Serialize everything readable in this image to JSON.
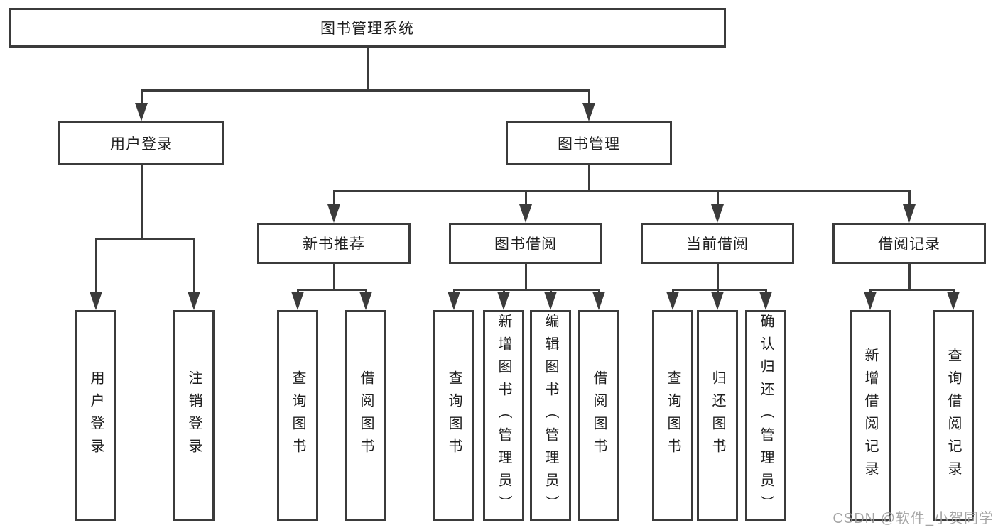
{
  "tree": {
    "label": "图书管理系统",
    "children": [
      {
        "label": "用户登录",
        "children": [
          {
            "label": "用户登录"
          },
          {
            "label": "注销登录"
          }
        ]
      },
      {
        "label": "图书管理",
        "children": [
          {
            "label": "新书推荐",
            "children": [
              {
                "label": "查询图书"
              },
              {
                "label": "借阅图书"
              }
            ]
          },
          {
            "label": "图书借阅",
            "children": [
              {
                "label": "查询图书"
              },
              {
                "label": "新增图书（管理员）"
              },
              {
                "label": "编辑图书（管理员）"
              },
              {
                "label": "借阅图书"
              }
            ]
          },
          {
            "label": "当前借阅",
            "children": [
              {
                "label": "查询图书"
              },
              {
                "label": "归还图书"
              },
              {
                "label": "确认归还（管理员）"
              }
            ]
          },
          {
            "label": "借阅记录",
            "children": [
              {
                "label": "新增借阅记录"
              },
              {
                "label": "查询借阅记录"
              }
            ]
          }
        ]
      }
    ]
  },
  "watermark": {
    "text": "CSDN @软件_小贺同学"
  },
  "colors": {
    "line": "#3b3b3b",
    "text": "#1e1e1e",
    "background": "#ffffff",
    "watermark": "#9c9c9c"
  }
}
